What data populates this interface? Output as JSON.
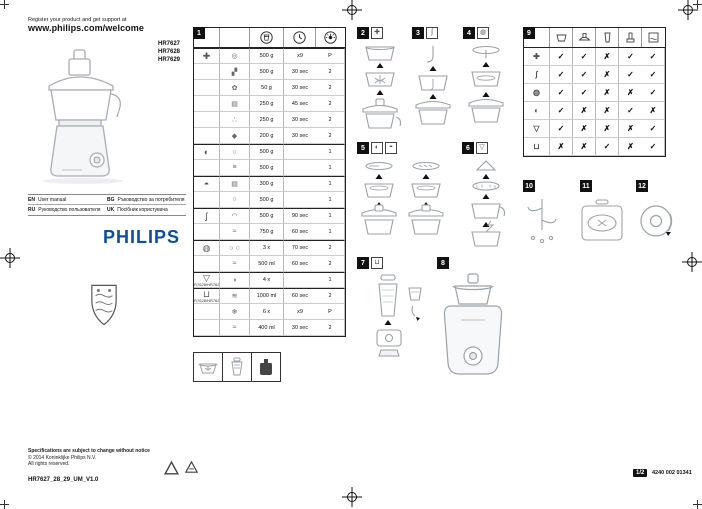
{
  "header": {
    "register_line": "Register your product and get support at",
    "url": "www.philips.com/welcome",
    "models": [
      "HR7627",
      "HR7628",
      "HR7629"
    ]
  },
  "languages": [
    {
      "code": "EN",
      "label": "User manual"
    },
    {
      "code": "BG",
      "label": "Ръководство за потребителя"
    },
    {
      "code": "RU",
      "label": "Руководство пользователя"
    },
    {
      "code": "UK",
      "label": "Посібник користувача"
    }
  ],
  "brand": {
    "wordmark": "PHILIPS",
    "color": "#0b4ea2"
  },
  "spec_table": {
    "panel_no": "1",
    "header_icons": [
      "max-beaker-icon",
      "clock-icon",
      "speed-dial-icon"
    ],
    "rows": [
      {
        "acc": "blade-unit-icon",
        "accGlyph": "✚",
        "food": "onion-icon",
        "glyph": "◎",
        "qty": "500 g",
        "time": "x9",
        "speed": "P",
        "sep": "sep"
      },
      {
        "food": "meat-icon",
        "glyph": "▞",
        "qty": "500 g",
        "time": "30 sec",
        "speed": "2"
      },
      {
        "food": "herbs-icon",
        "glyph": "✿",
        "qty": "50 g",
        "time": "30 sec",
        "speed": "2"
      },
      {
        "food": "cheese-icon",
        "glyph": "▤",
        "qty": "250 g",
        "time": "45 sec",
        "speed": "2"
      },
      {
        "food": "nuts-icon",
        "glyph": "∴",
        "qty": "250 g",
        "time": "30 sec",
        "speed": "2"
      },
      {
        "food": "chocolate-icon",
        "glyph": "◆",
        "qty": "200 g",
        "time": "30 sec",
        "speed": "2"
      },
      {
        "acc": "slicing-disc-icon",
        "accGlyph": "◐",
        "food": "cucumber-icon",
        "glyph": "○",
        "qty": "500 g",
        "time": "",
        "speed": "1",
        "sep": "sep"
      },
      {
        "food": "carrot-icon",
        "glyph": "≡",
        "qty": "500 g",
        "time": "",
        "speed": "1"
      },
      {
        "acc": "shredding-disc-icon",
        "accGlyph": "◓",
        "food": "cheese-icon",
        "glyph": "▤",
        "qty": "300 g",
        "time": "",
        "speed": "1",
        "sep": "sep"
      },
      {
        "food": "apple-icon",
        "glyph": "○",
        "qty": "500 g",
        "time": "",
        "speed": "1"
      },
      {
        "acc": "kneading-hook-icon",
        "accGlyph": "ʃ",
        "food": "dough-icon",
        "glyph": "◠",
        "qty": "500 g",
        "time": "90 sec",
        "speed": "1",
        "sep": "sep"
      },
      {
        "food": "batter-icon",
        "glyph": "≈",
        "qty": "750 g",
        "time": "60 sec",
        "speed": "1"
      },
      {
        "acc": "emulsifying-disc-icon",
        "accGlyph": "◍",
        "food": "egg-whites-icon",
        "glyph": "○ ○",
        "qty": "3 x",
        "time": "70 sec",
        "speed": "2",
        "sep": "sep"
      },
      {
        "food": "cream-icon",
        "glyph": "≈",
        "qty": "500 ml",
        "time": "60 sec",
        "speed": "2"
      },
      {
        "acc": "citrus-press-icon",
        "accGlyph": "▽",
        "note": "(HR7628/HR7629)",
        "food": "citrus-icon",
        "glyph": "◑",
        "qty": "4 x",
        "time": "",
        "speed": "1",
        "sep": "sep"
      },
      {
        "acc": "blender-jar-icon",
        "accGlyph": "⊔",
        "note": "(HR7628/HR7629)",
        "food": "smoothie-icon",
        "glyph": "≋",
        "qty": "1000 ml",
        "time": "60 sec",
        "speed": "2",
        "sep": "sep"
      },
      {
        "food": "ice-icon",
        "glyph": "❄",
        "qty": "6 x",
        "time": "x9",
        "speed": "P"
      },
      {
        "food": "soup-icon",
        "glyph": "≈",
        "qty": "400 ml",
        "time": "30 sec",
        "speed": "2"
      }
    ],
    "bottom_icons": [
      "bowl-set-icon",
      "blender-jar-icon",
      "cleaning-brush-icon"
    ]
  },
  "assembly_panels": {
    "p2": {
      "no": "2",
      "tool_icons": [
        "blade-unit-icon"
      ],
      "tool_glyphs": [
        "✚"
      ]
    },
    "p3": {
      "no": "3",
      "tool_icons": [
        "kneading-hook-icon"
      ],
      "tool_glyphs": [
        "ʃ"
      ]
    },
    "p4": {
      "no": "4",
      "tool_icons": [
        "emulsifying-disc-icon"
      ],
      "tool_glyphs": [
        "◍"
      ]
    },
    "p5": {
      "no": "5",
      "tool_icons": [
        "slicing-disc-icon",
        "shredding-disc-icon"
      ],
      "tool_glyphs": [
        "◐",
        "◓"
      ]
    },
    "p6": {
      "no": "6",
      "tool_icons": [
        "citrus-press-icon"
      ],
      "tool_glyphs": [
        "▽"
      ]
    },
    "p7": {
      "no": "7",
      "tool_icons": [
        "blender-jar-icon"
      ],
      "tool_glyphs": [
        "⊔"
      ]
    },
    "p8": {
      "no": "8"
    },
    "p10": {
      "no": "10"
    },
    "p11": {
      "no": "11"
    },
    "p12": {
      "no": "12"
    }
  },
  "compat_matrix": {
    "panel_no": "9",
    "column_icons": [
      "bowl-icon",
      "lid-icon",
      "blender-jar-icon",
      "pusher-icon",
      "dishwasher-icon"
    ],
    "rows": [
      {
        "accessory": "blade-unit-icon",
        "glyph": "✚",
        "cells": [
          "✓",
          "✓",
          "✗",
          "✓",
          "✓"
        ]
      },
      {
        "accessory": "kneading-hook-icon",
        "glyph": "ʃ",
        "cells": [
          "✓",
          "✓",
          "✗",
          "✓",
          "✓"
        ]
      },
      {
        "accessory": "emulsifying-disc-icon",
        "glyph": "◍",
        "cells": [
          "✓",
          "✓",
          "✗",
          "✗",
          "✓"
        ]
      },
      {
        "accessory": "slicing-shredding-disc-icon",
        "glyph": "◐",
        "cells": [
          "✓",
          "✗",
          "✗",
          "✓",
          "✗"
        ]
      },
      {
        "accessory": "citrus-press-icon",
        "glyph": "▽",
        "cells": [
          "✓",
          "✗",
          "✗",
          "✗",
          "✓"
        ]
      },
      {
        "accessory": "blender-jar-icon",
        "glyph": "⊔",
        "cells": [
          "✗",
          "✗",
          "✓",
          "✗",
          "✓"
        ]
      }
    ]
  },
  "footer": {
    "lines": [
      "Specifications are subject to change without notice",
      "© 2014 Koninklijke Philips N.V.",
      "All rights reserved."
    ],
    "doc_code": "HR7627_28_29_UM_V1.0",
    "page_badge": "1/2",
    "order_no": "4240 002 01341"
  }
}
